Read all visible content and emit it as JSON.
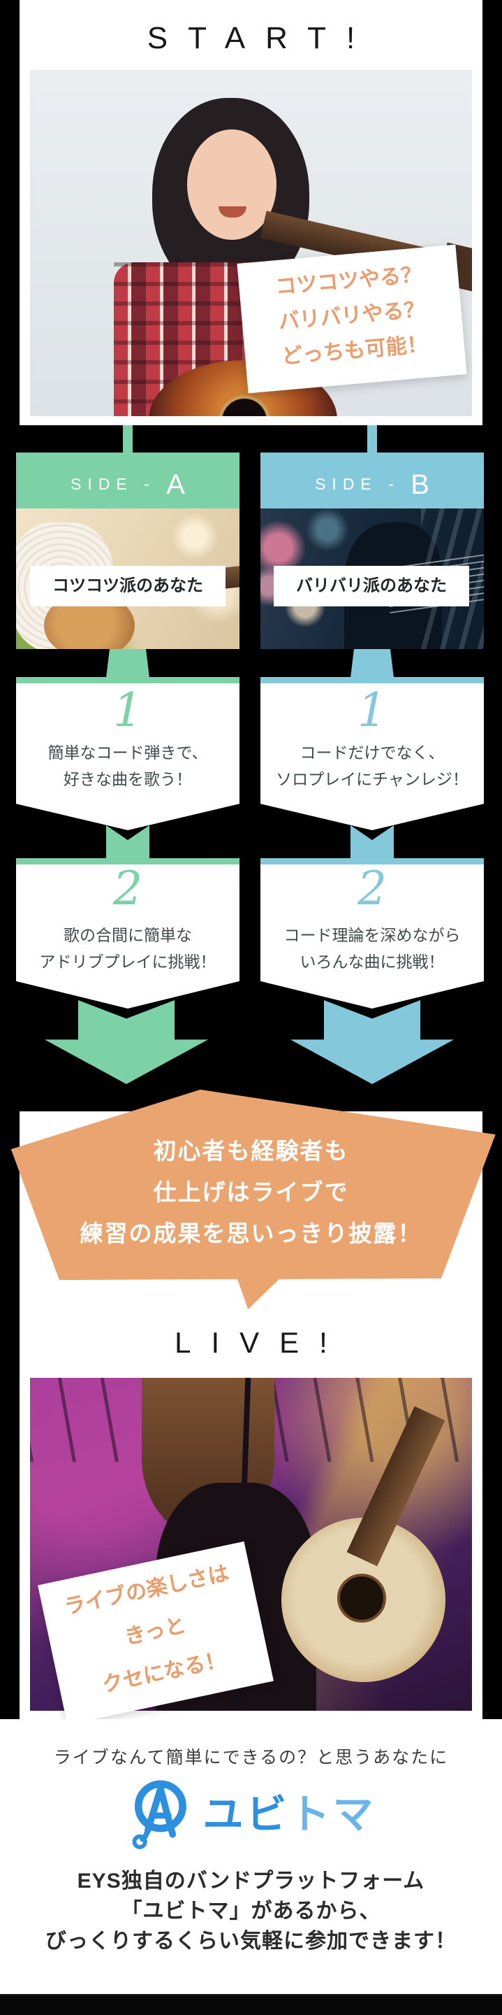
{
  "colors": {
    "side_a_accent": "#7cd2a6",
    "side_b_accent": "#84c8db",
    "finale_orange": "#e9a470",
    "note_text_orange": "#eb9d6e",
    "brand_blue_dark": "#2d8fdf",
    "brand_blue_light": "#6ab4ec",
    "page_background": "#000000"
  },
  "start": {
    "heading": "START!",
    "note_line1": "コツコツやる？",
    "note_line2": "バリバリやる？",
    "note_line3": "どっちも可能！"
  },
  "side_a": {
    "side_prefix": "SIDE - ",
    "letter": "A",
    "persona": "コツコツ派のあなた",
    "step1": {
      "num": "1",
      "line1": "簡単なコード弾きで、",
      "line2": "好きな曲を歌う！"
    },
    "step2": {
      "num": "2",
      "line1": "歌の合間に簡単な",
      "line2": "アドリブプレイに挑戦！"
    }
  },
  "side_b": {
    "side_prefix": "SIDE - ",
    "letter": "B",
    "persona": "バリバリ派のあなた",
    "step1": {
      "num": "1",
      "line1": "コードだけでなく、",
      "line2": "ソロプレイにチャンレジ！"
    },
    "step2": {
      "num": "2",
      "line1": "コード理論を深めながら",
      "line2": "いろんな曲に挑戦！"
    }
  },
  "finale": {
    "line1": "初心者も経験者も",
    "line2": "仕上げはライブで",
    "line3": "練習の成果を思いっきり披露！"
  },
  "live": {
    "heading": "LIVE!",
    "note_line1": "ライブの楽しさは",
    "note_line2": "きっと",
    "note_line3": "クセになる！"
  },
  "footer": {
    "lead": "ライブなんて簡単にできるの？と思うあなたに",
    "brand_left": "ユビ",
    "brand_right": "トマ",
    "line1": "EYS独自のバンドプラットフォーム",
    "line2": "「ユビトマ」があるから、",
    "line3": "びっくりするくらい気軽に参加できます！"
  }
}
